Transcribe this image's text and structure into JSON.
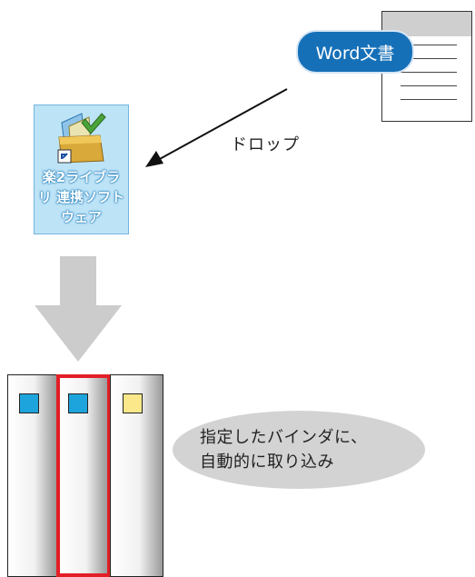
{
  "document": {
    "badge_label": "Word文書"
  },
  "drop_label": "ドロップ",
  "app_icon": {
    "label_lines": [
      "楽2ライブラ",
      "リ 連携ソフト",
      "ウェア"
    ]
  },
  "callout": {
    "lines": [
      "指定したバインダに、",
      "自動的に取り込み"
    ]
  },
  "binders": [
    {
      "label_color": "#1ea4dc",
      "selected": false
    },
    {
      "label_color": "#1ea4dc",
      "selected": true
    },
    {
      "label_color": "#fbe88a",
      "selected": false
    }
  ],
  "colors": {
    "badge_blue": "#1670b8",
    "selected_binder_border": "#e31e26",
    "arrow_gray": "#cccccc"
  }
}
